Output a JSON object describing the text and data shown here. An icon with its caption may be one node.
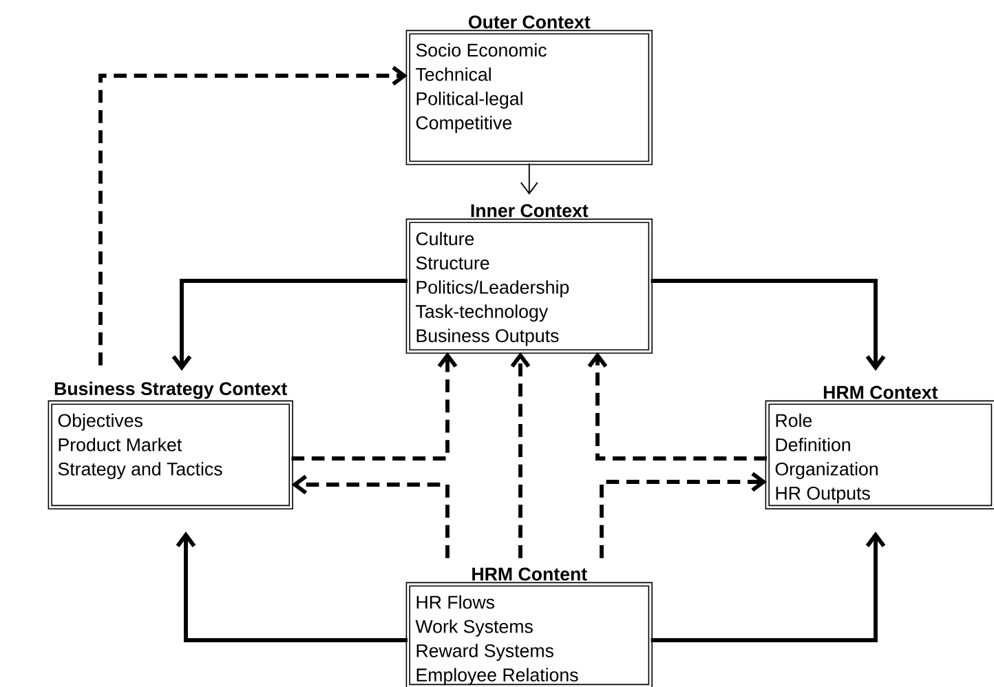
{
  "diagram": {
    "nodes": [
      {
        "text": [
          "Outer Context",
          "Socio Economic",
          "Technical",
          "Political-legal",
          "Competitive"
        ]
      },
      {
        "text": [
          "Inner Context",
          "Culture",
          "Structure",
          "Politics/Leadership",
          "Task-technology",
          "Business Outputs"
        ]
      },
      {
        "text": [
          "Business Strategy Context",
          "Objectives",
          "Product Market",
          "Strategy and Tactics"
        ]
      },
      {
        "text": [
          "HRM Context",
          "Role",
          "Definition",
          "Organization",
          "HR Outputs"
        ]
      },
      {
        "text": [
          "HRM Content",
          "HR Flows",
          "Work Systems",
          "Reward Systems",
          "Employee Relations"
        ]
      }
    ],
    "edges": [
      {
        "from": 2,
        "to": 0,
        "arrow": "to",
        "style": "dashed"
      },
      {
        "from": 0,
        "to": 1,
        "arrow": "to"
      },
      {
        "from": 1,
        "to": 2,
        "arrow": "to"
      },
      {
        "from": 1,
        "to": 3,
        "arrow": "to"
      },
      {
        "from": 4,
        "to": 2,
        "arrow": "to"
      },
      {
        "from": 4,
        "to": 3,
        "arrow": "to"
      },
      {
        "from": 2,
        "to": 1,
        "arrow": "to",
        "style": "dashed"
      },
      {
        "from": 4,
        "to": 2,
        "arrow": "to",
        "style": "dashed"
      },
      {
        "from": 4,
        "to": 1,
        "arrow": "to",
        "style": "dashed"
      },
      {
        "from": 3,
        "to": 1,
        "arrow": "to",
        "style": "dashed"
      },
      {
        "from": 4,
        "to": 3,
        "arrow": "to",
        "style": "dashed"
      }
    ]
  }
}
